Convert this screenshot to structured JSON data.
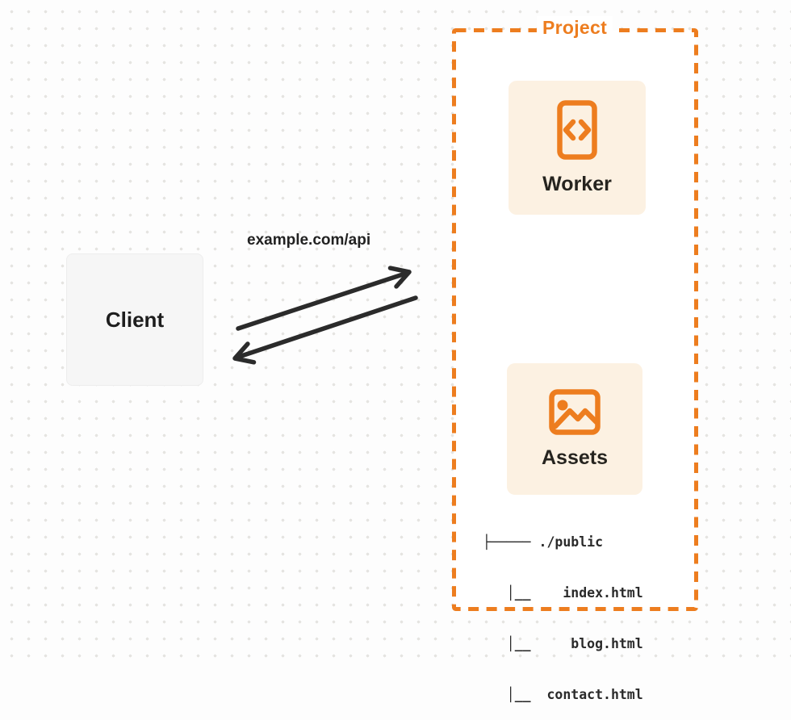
{
  "diagram": {
    "project": {
      "label": "Project"
    },
    "client": {
      "label": "Client"
    },
    "request": {
      "label": "example.com/api"
    },
    "worker": {
      "label": "Worker",
      "icon": "code-file-icon"
    },
    "assets": {
      "label": "Assets",
      "icon": "image-icon"
    },
    "file_tree": {
      "root": "./public",
      "files": [
        "index.html",
        "blog.html",
        "contact.html"
      ],
      "lines": [
        "├───── ./public",
        "   │__    index.html",
        "   │__     blog.html",
        "   │__  contact.html"
      ]
    },
    "colors": {
      "accent_orange": "#ED7D1F",
      "card_cream": "#FCF1E2",
      "arrow_black": "#2B2B2B",
      "client_gray": "#F6F6F6",
      "dot_grid_gray": "#E5E4E1"
    }
  }
}
